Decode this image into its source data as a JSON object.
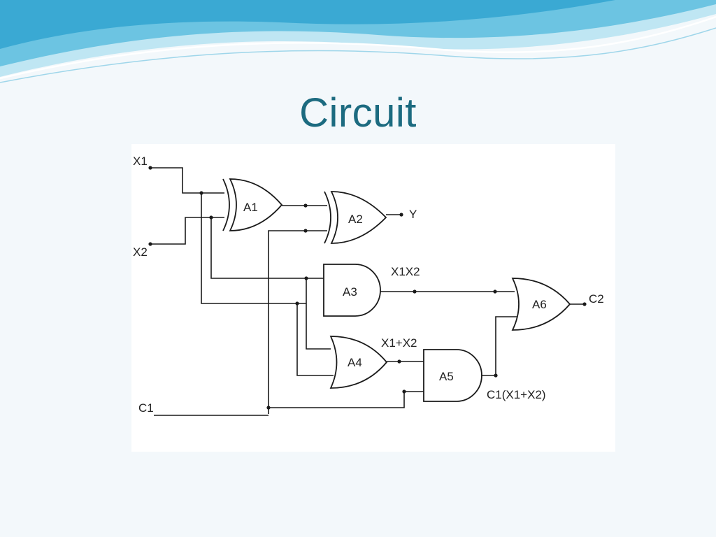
{
  "slide": {
    "title": "Circuit",
    "colors": {
      "title": "#1c6b80",
      "background": "#f3f8fb",
      "wave_dark": "#4fb3d9",
      "wave_light": "#bfe6f3"
    }
  },
  "diagram": {
    "inputs": {
      "x1": "X1",
      "x2": "X2",
      "c1": "C1"
    },
    "gates": {
      "a1": "A1",
      "a2": "A2",
      "a3": "A3",
      "a4": "A4",
      "a5": "A5",
      "a6": "A6"
    },
    "outputs": {
      "y": "Y",
      "c2": "C2"
    },
    "signals": {
      "and_term": "X1X2",
      "or_term": "X1+X2",
      "c1_term": "C1(X1+X2)"
    }
  }
}
